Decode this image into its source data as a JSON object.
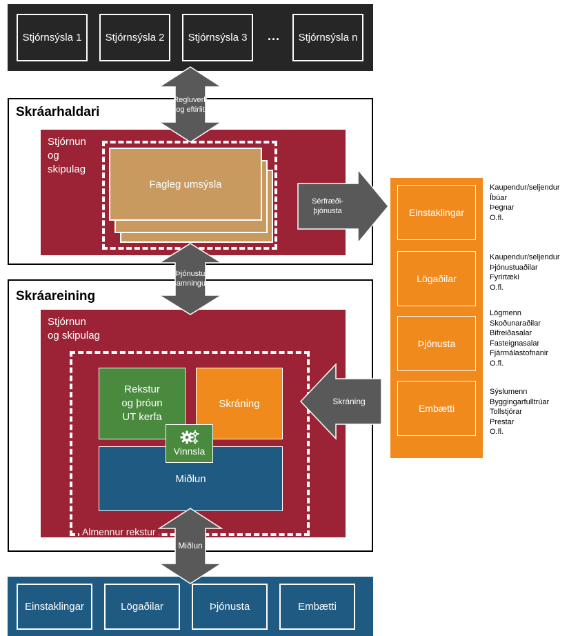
{
  "top_band": {
    "tiles": [
      "Stjórnsýsla 1",
      "Stjórnsýsla 2",
      "Stjórnsýsla 3",
      "Stjórnsýsla n"
    ],
    "ellipsis": "..."
  },
  "arrows": {
    "regluverk": [
      "Regluverk",
      "og eftirlit"
    ],
    "serfraedi": [
      "Sérfræði-",
      "þjónusta"
    ],
    "thjonustu": [
      "Þjónustu",
      "samningur"
    ],
    "skraning": "Skráning",
    "midlun": "Miðlun"
  },
  "skraarhaldari": {
    "title": "Skráarhaldari",
    "red_label": [
      "Stjórnun",
      "og",
      "skipulag"
    ],
    "inner": "Fagleg umsýsla"
  },
  "skraareining": {
    "title": "Skráareining",
    "red_label": [
      "Stjórnun",
      "og skipulag"
    ],
    "rekstur": [
      "Rekstur",
      "og þróun",
      "UT kerfa"
    ],
    "skraning": "Skráning",
    "vinnsla": "Vinnsla",
    "vinnsla_icon": "gears-icon",
    "midlun": "Miðlun",
    "almennur": "Almennur rekstur"
  },
  "orange_column": {
    "items": [
      "Einstaklingar",
      "Lögaðilar",
      "Þjónusta",
      "Embætti"
    ]
  },
  "side_lists": [
    [
      "Kaupendur/seljendur",
      "Íbúar",
      "Þegnar",
      "O.fl."
    ],
    [
      "Kaupendur/seljendur",
      "Þjónustuaðilar",
      "Fyrirtæki",
      "O.fl."
    ],
    [
      "Lögmenn",
      "Skoðunaraðilar",
      "Bifreiðasalar",
      "Fasteignasalar",
      "Fjármálastofnanir",
      "O.fl."
    ],
    [
      "Sýslumenn",
      "Byggingarfulltrúar",
      "Tollstjórar",
      "Prestar",
      "O.fl."
    ]
  ],
  "bottom_band": {
    "tiles": [
      "Einstaklingar",
      "Lögaðilar",
      "Þjónusta",
      "Embætti"
    ]
  },
  "colors": {
    "dark": "#262626",
    "red": "#9b2335",
    "tan": "#c99a60",
    "green": "#4a8a3f",
    "orange": "#f08a1c",
    "blue": "#1e5a82",
    "arrow": "#595959"
  }
}
